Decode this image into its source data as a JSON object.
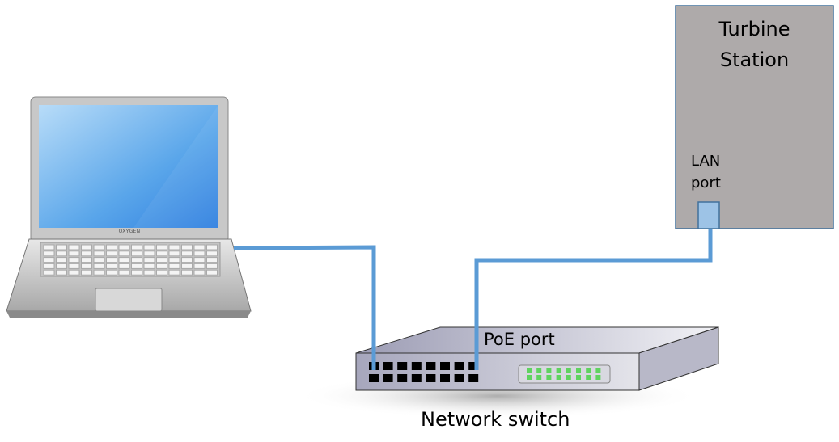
{
  "turbine": {
    "title_line1": "Turbine",
    "title_line2": "Station",
    "port_line1": "LAN",
    "port_line2": "port"
  },
  "switch": {
    "label": "Network switch",
    "poe_label": "PoE port",
    "port_count": 16,
    "led_count": 16
  },
  "laptop": {
    "brand": "OXYGEN"
  },
  "colors": {
    "cable": "#5b9bd5",
    "turbine_fill": "#aeaaaa",
    "turbine_border": "#41719c",
    "lan_port": "#9dc3e6",
    "led": "#5fd35f"
  }
}
